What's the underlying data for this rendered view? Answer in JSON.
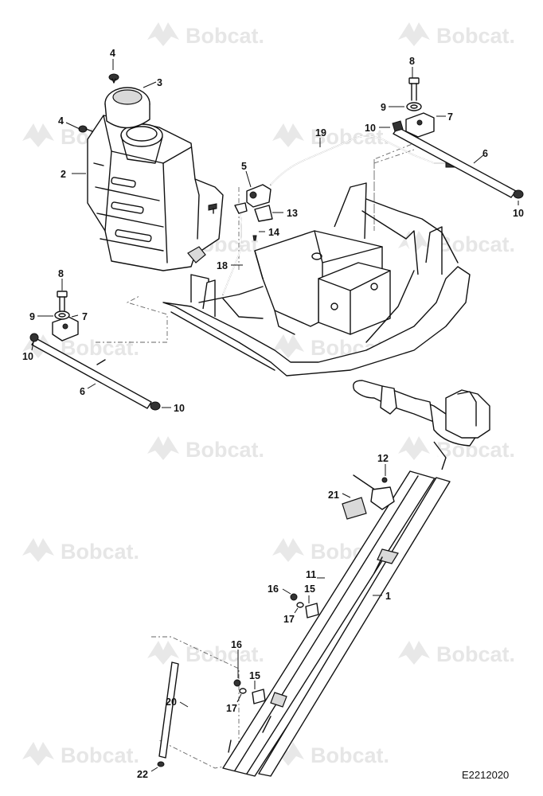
{
  "watermark": {
    "text": "Bobcat."
  },
  "figure_id": "E2212020",
  "callouts": [
    "1",
    "2",
    "3",
    "4",
    "4",
    "5",
    "6",
    "6",
    "7",
    "7",
    "8",
    "8",
    "9",
    "9",
    "10",
    "10",
    "10",
    "10",
    "11",
    "12",
    "13",
    "14",
    "15",
    "15",
    "16",
    "16",
    "17",
    "17",
    "18",
    "19",
    "20",
    "21",
    "22"
  ]
}
